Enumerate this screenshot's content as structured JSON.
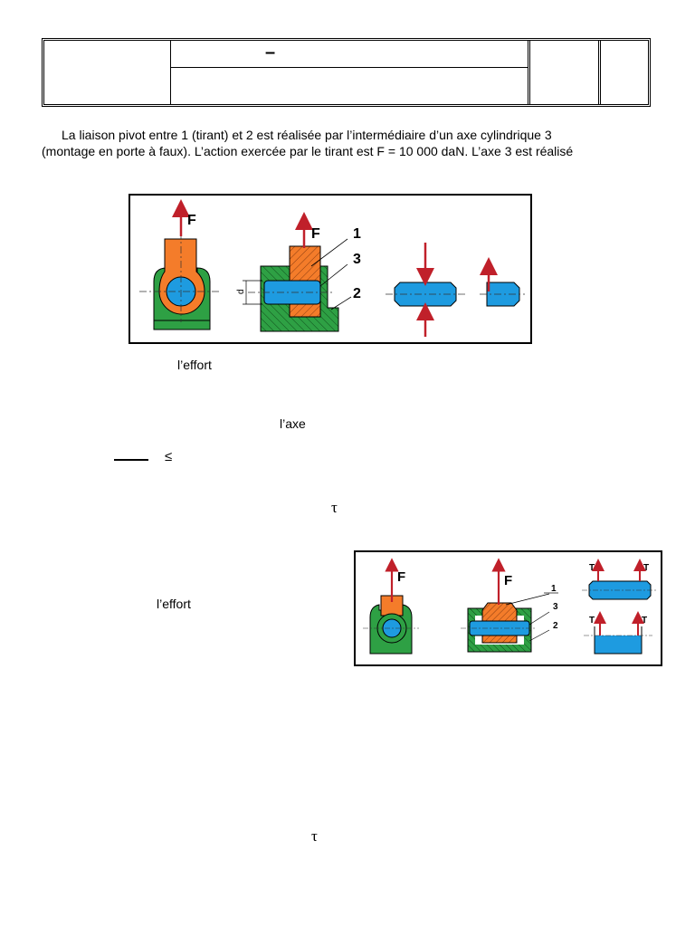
{
  "header": {
    "dash": "–"
  },
  "intro": {
    "line1": "La liaison pivot entre 1 (tirant) et 2 est réalisée par l’intermédiaire d’un axe cylindrique 3",
    "line2": "(montage en porte à faux). L’action exercée par le tirant est F = 10 000 daN. L’axe 3 est réalisé"
  },
  "figure1": {
    "force_label_a": "F",
    "force_label_b": "F",
    "part_1": "1",
    "part_3": "3",
    "part_2": "2",
    "dim_label": "d"
  },
  "figure2": {
    "force_label_a": "F",
    "force_label_b": "F",
    "part_1": "1",
    "part_3": "3",
    "part_2": "2",
    "t_top_left": "T",
    "t_top_right": "T",
    "t_bottom_left": "T",
    "t_bottom_right": "T"
  },
  "text_fragments": {
    "effort_1": "l’effort",
    "axe": "l’axe",
    "leq": "≤",
    "tau_1": "τ",
    "effort_2": "l’effort",
    "tau_2": "τ"
  },
  "colors": {
    "orange": "#f47c2a",
    "green": "#2ea044",
    "blue": "#1e9be0",
    "arrow": "#c0202a"
  }
}
